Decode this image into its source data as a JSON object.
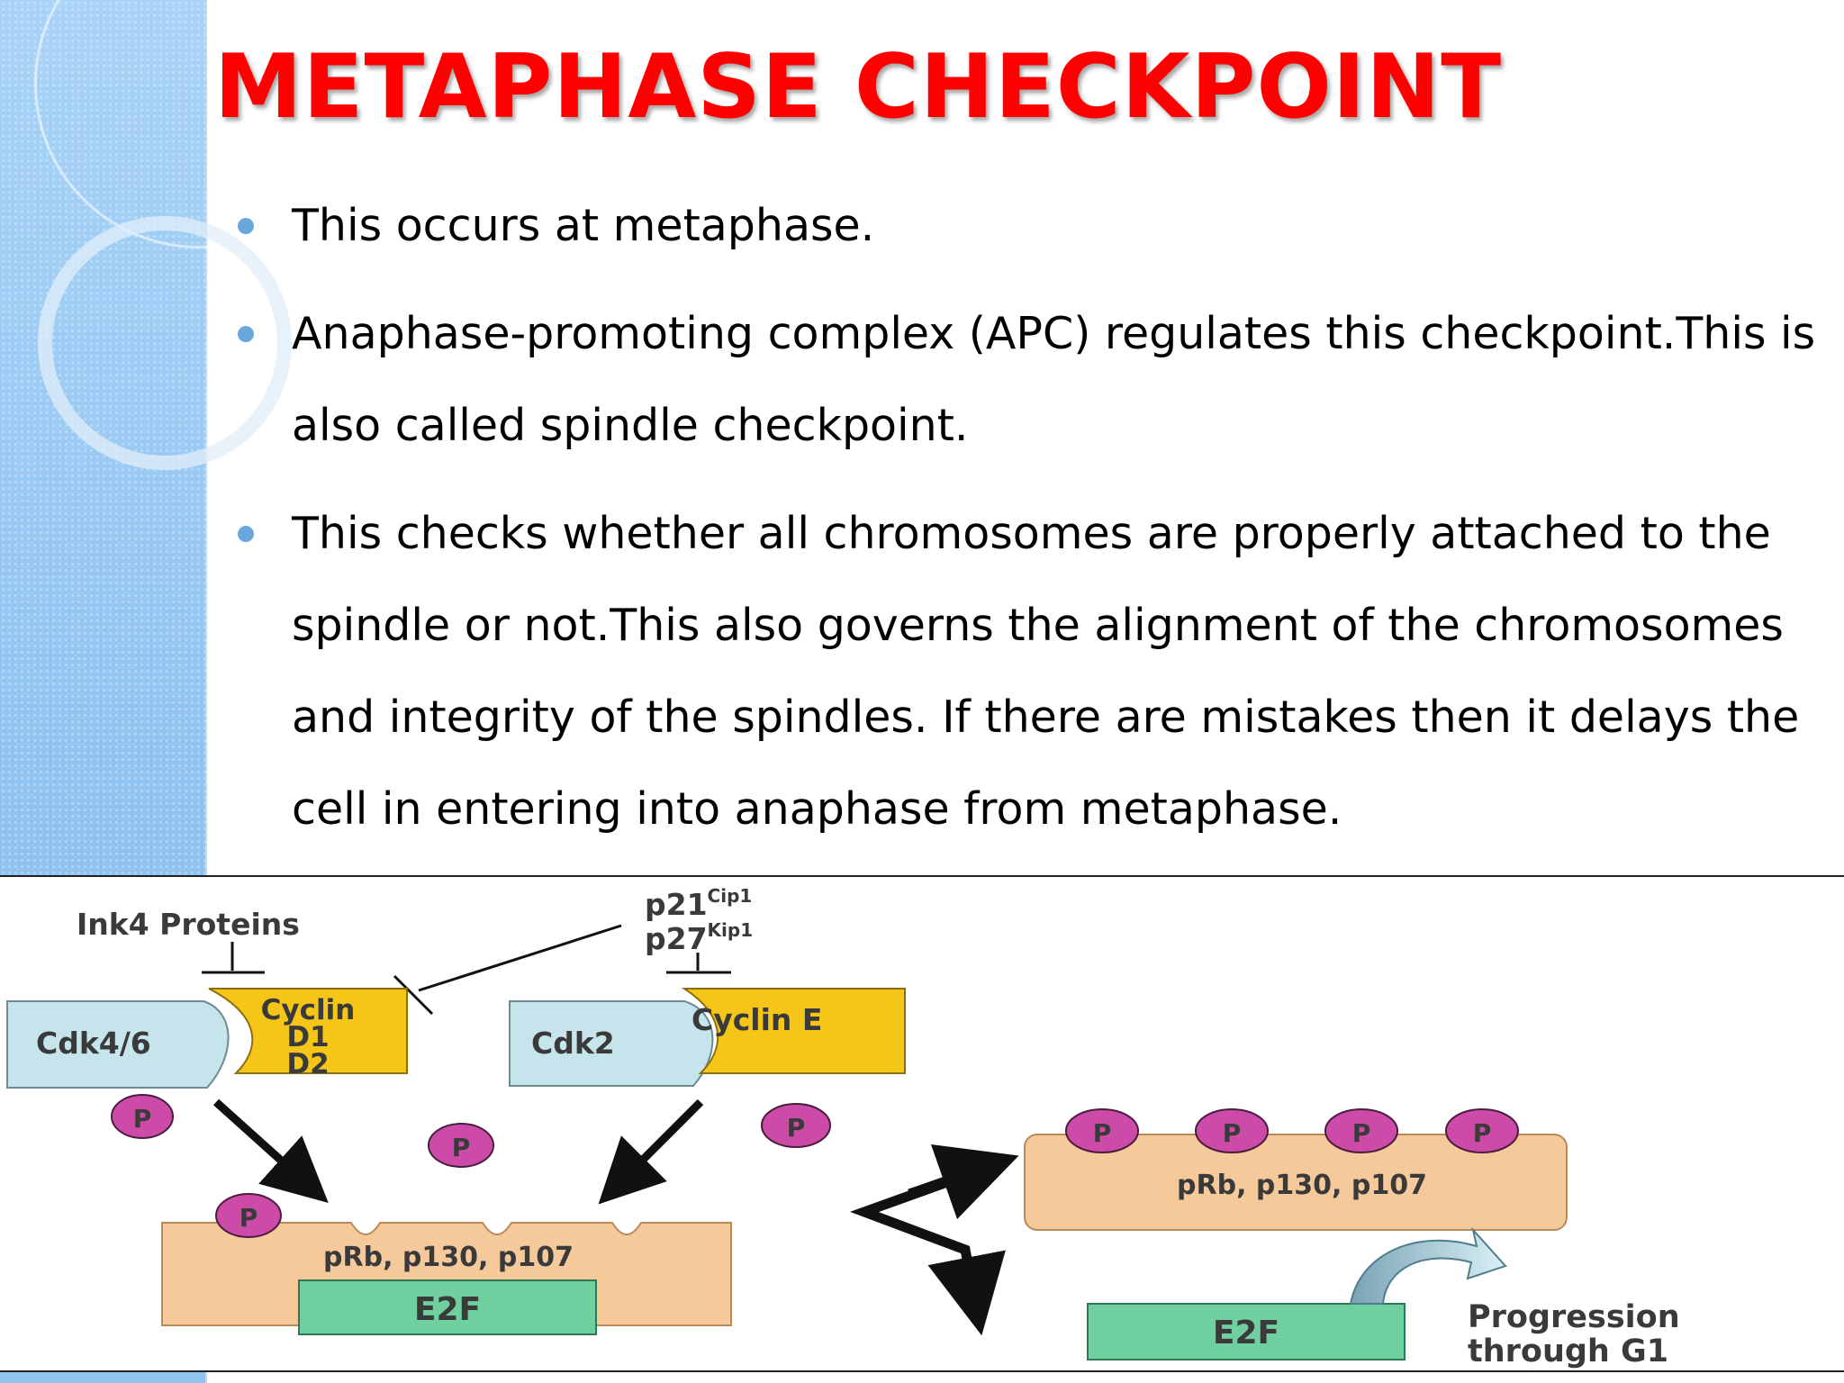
{
  "title": "METAPHASE CHECKPOINT",
  "bullets": [
    {
      "text": "This occurs at metaphase."
    },
    {
      "text": "Anaphase-promoting complex (APC) regulates this checkpoint.This is also called spindle checkpoint."
    },
    {
      "text": "This checks whether all chromosomes are properly attached to the spindle or not.This also governs the alignment of the chromosomes and integrity of the spindles. If there are mistakes then it delays the cell in entering into anaphase from metaphase."
    }
  ],
  "diagram": {
    "ink4": "Ink4 Proteins",
    "p21": "p21",
    "p21_sup": "Cip1",
    "p27": "p27",
    "p27_sup": "Kip1",
    "cdk46": "Cdk4/6",
    "cyclin_d": [
      "Cyclin",
      "D1",
      "D2"
    ],
    "cdk2": "Cdk2",
    "cyclin_e": "Cyclin E",
    "phospho": "P",
    "prb_left": "pRb, p130, p107",
    "prb_right": "pRb, p130, p107",
    "e2f_left": "E2F",
    "e2f_right": "E2F",
    "progression": [
      "Progression",
      "through G1"
    ]
  },
  "colors": {
    "title": "#ff0000",
    "cdk": "#c5e4ec",
    "cyclin": "#f5c518",
    "phospho": "#cc4aa8",
    "prb": "#f6c99a",
    "e2f": "#6fcf9f"
  }
}
